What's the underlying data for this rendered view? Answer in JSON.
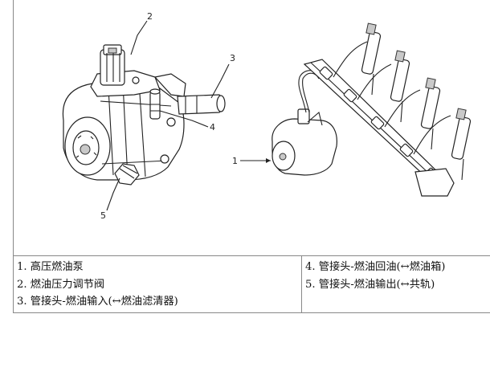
{
  "callouts": {
    "c1": "1",
    "c2": "2",
    "c3": "3",
    "c4": "4",
    "c5": "5"
  },
  "legend": {
    "left": [
      "1. 高压燃油泵",
      "2. 燃油压力调节阀",
      "3. 管接头-燃油输入(↔燃油滤清器)"
    ],
    "right": [
      "4. 管接头-燃油回油(↔燃油箱)",
      "5. 管接头-燃油输出(↔共轨)"
    ]
  }
}
